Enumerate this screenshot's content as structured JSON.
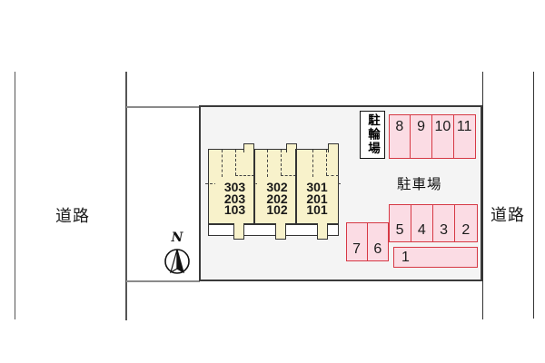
{
  "roads": {
    "left": "道路",
    "right": "道路"
  },
  "building": {
    "units": [
      {
        "lines": [
          "303",
          "203",
          "103"
        ]
      },
      {
        "lines": [
          "302",
          "202",
          "102"
        ]
      },
      {
        "lines": [
          "301",
          "201",
          "101"
        ]
      }
    ]
  },
  "labels": {
    "bicycle_parking": "駐輪場",
    "car_parking": "駐車場"
  },
  "parking": {
    "top_row": [
      "8",
      "9",
      "10",
      "11"
    ],
    "middle_row": [
      "5",
      "4",
      "3",
      "2"
    ],
    "left_pair": [
      "7",
      "6"
    ],
    "wide": "1"
  },
  "compass": {
    "north": "N"
  },
  "colors": {
    "site_fill": "#f4f4f4",
    "site_border": "#3a3a3a",
    "building_fill": "#f8f2cb",
    "building_border": "#333333",
    "parking_fill": "#fbdce4",
    "parking_border": "#d63844",
    "road_line": "#555555"
  }
}
